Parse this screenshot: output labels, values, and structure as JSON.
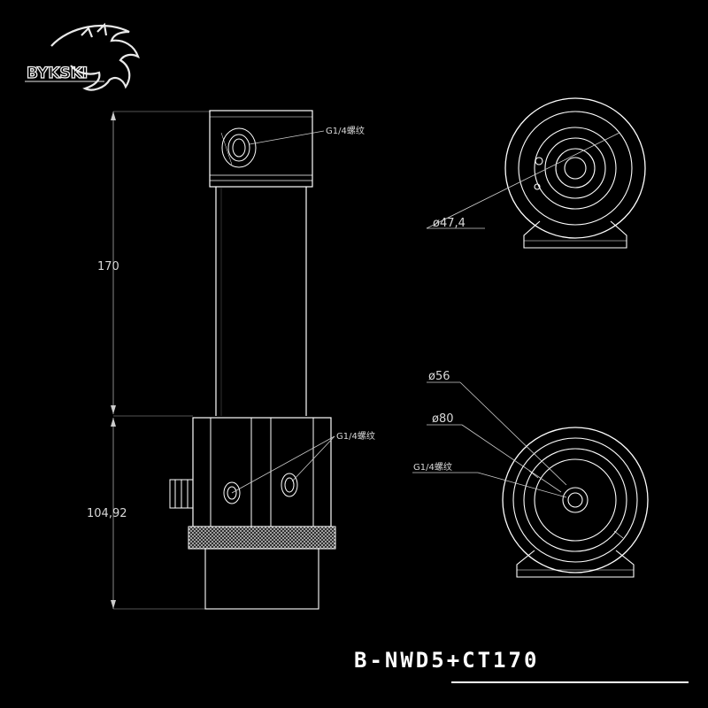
{
  "brand": {
    "logo_text": "BYKSKI"
  },
  "model_name": "B-NWD5+CT170",
  "dimensions": {
    "tube_height": "170",
    "pump_height": "104,92",
    "diam_top": "ø47,4",
    "diam_inner": "ø56",
    "diam_outer": "ø80"
  },
  "thread_labels": {
    "top_port": "G1/4螺纹",
    "side_port": "G1/4螺纹",
    "bottom_port": "G1/4螺纹"
  },
  "colors": {
    "background": "#000000",
    "line": "#ffffff",
    "text": "#d8d8d8"
  }
}
